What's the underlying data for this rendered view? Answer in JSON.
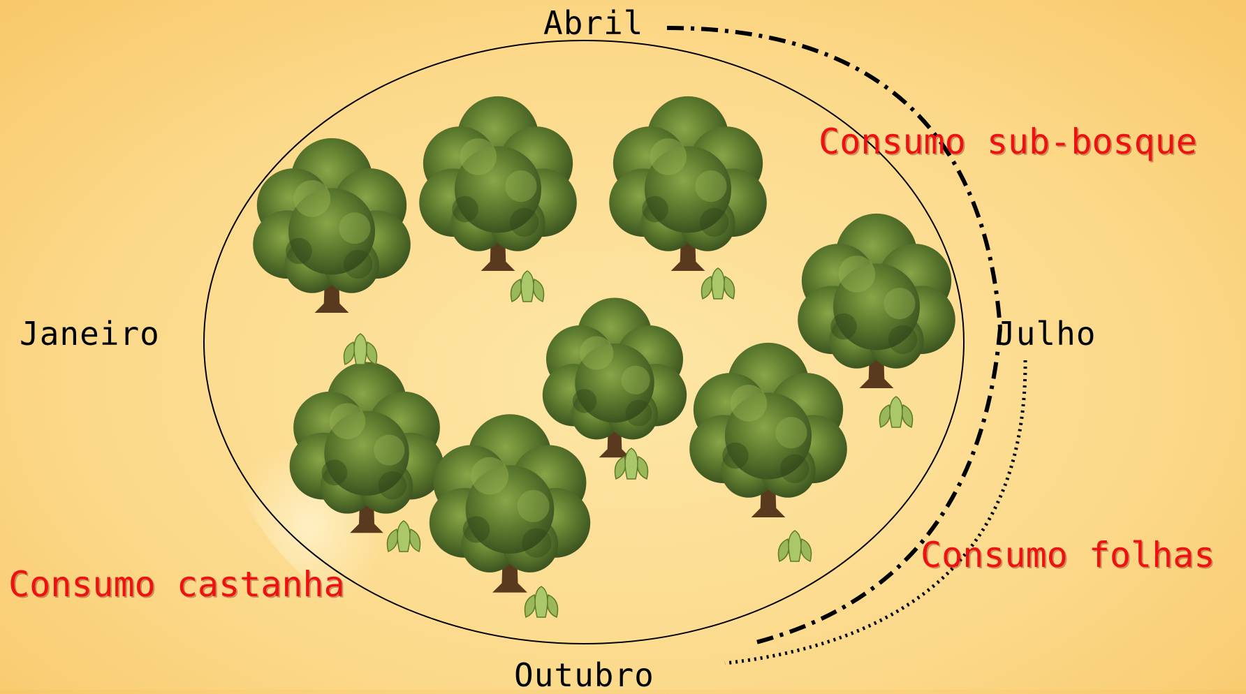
{
  "months": {
    "april": "Abril",
    "january": "Janeiro",
    "july": "Julho",
    "october": "Outubro"
  },
  "phases": {
    "understory": "Consumo sub-bosque",
    "leaves": "Consumo folhas",
    "chestnut": "Consumo castanha"
  },
  "colors": {
    "background": "#fcd98a",
    "phase_text": "#ee1111",
    "foliage": "#5a7a2c",
    "trunk": "#5a3a1e",
    "shrub": "#9ab85a"
  },
  "icons": [
    "chestnut-tree-icon",
    "understory-plant-icon"
  ]
}
